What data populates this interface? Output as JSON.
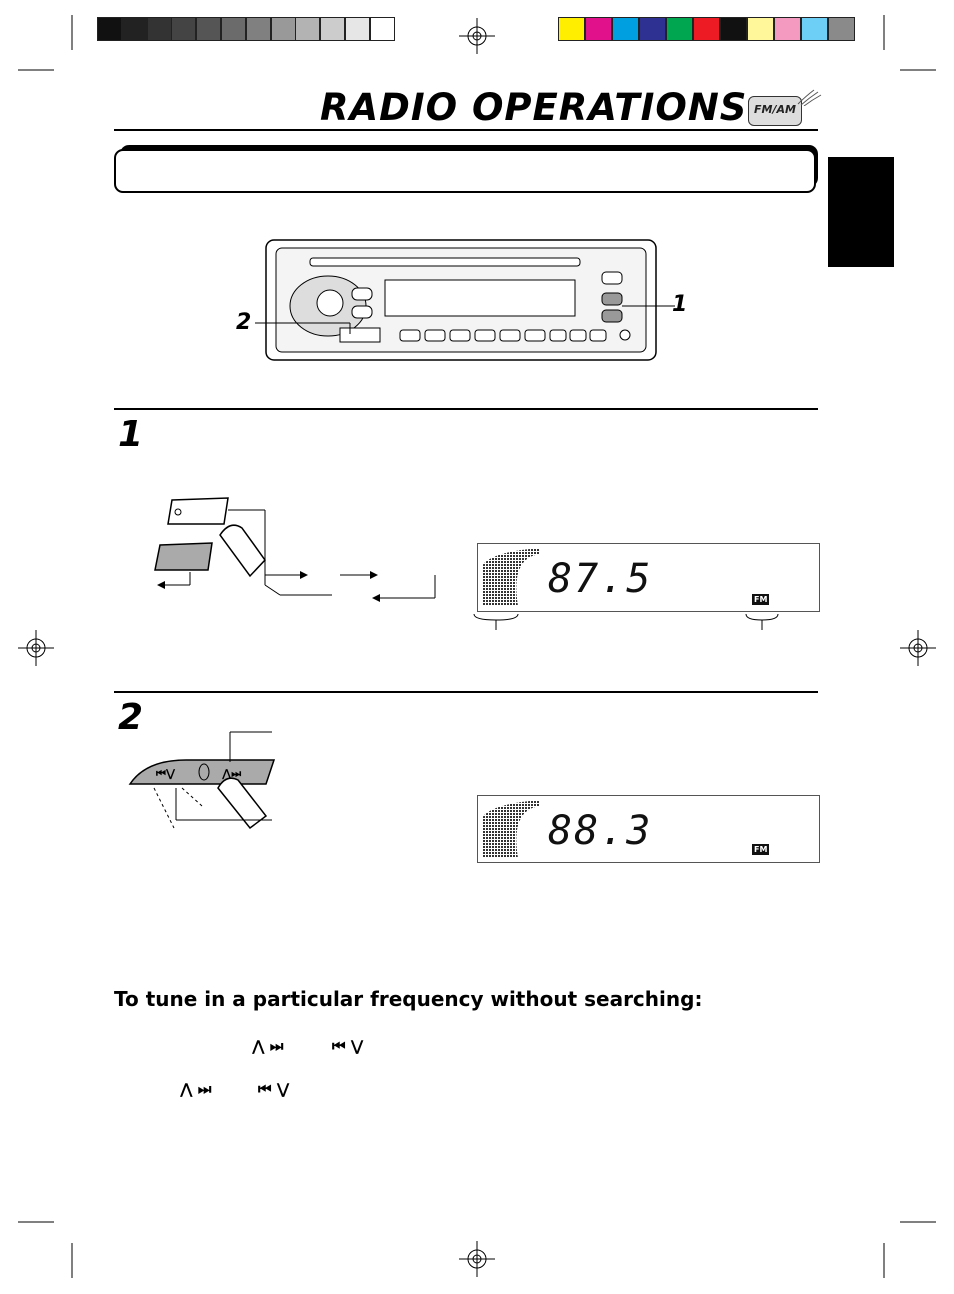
{
  "header": {
    "title": "RADIO OPERATIONS",
    "badge_text": "FM/AM",
    "banner_text": ""
  },
  "colors": {
    "grayscale_bar": [
      "#111111",
      "#222222",
      "#333333",
      "#444444",
      "#555555",
      "#6b6b6b",
      "#808080",
      "#999999",
      "#b3b3b3",
      "#cccccc",
      "#e6e6e6",
      "#ffffff"
    ],
    "color_bar": [
      "#ffee00",
      "#e0118a",
      "#00a0e0",
      "#2e3192",
      "#00a650",
      "#ed1c24",
      "#111111",
      "#fff799",
      "#f49ac1",
      "#6dcff6",
      "#8a8a8a"
    ]
  },
  "callouts": {
    "one": "1",
    "two": "2"
  },
  "steps": [
    {
      "number": "1",
      "display_frequency": "87.5",
      "display_band": "FM"
    },
    {
      "number": "2",
      "display_frequency": "88.3",
      "display_band": "FM"
    }
  ],
  "manual_tuning": {
    "heading": "To tune in a particular frequency without searching:",
    "line1_up": "⋀ ⏭",
    "line1_down": "⏮ ⋁",
    "line2_up": "⋀ ⏭",
    "line2_down": "⏮ ⋁"
  }
}
